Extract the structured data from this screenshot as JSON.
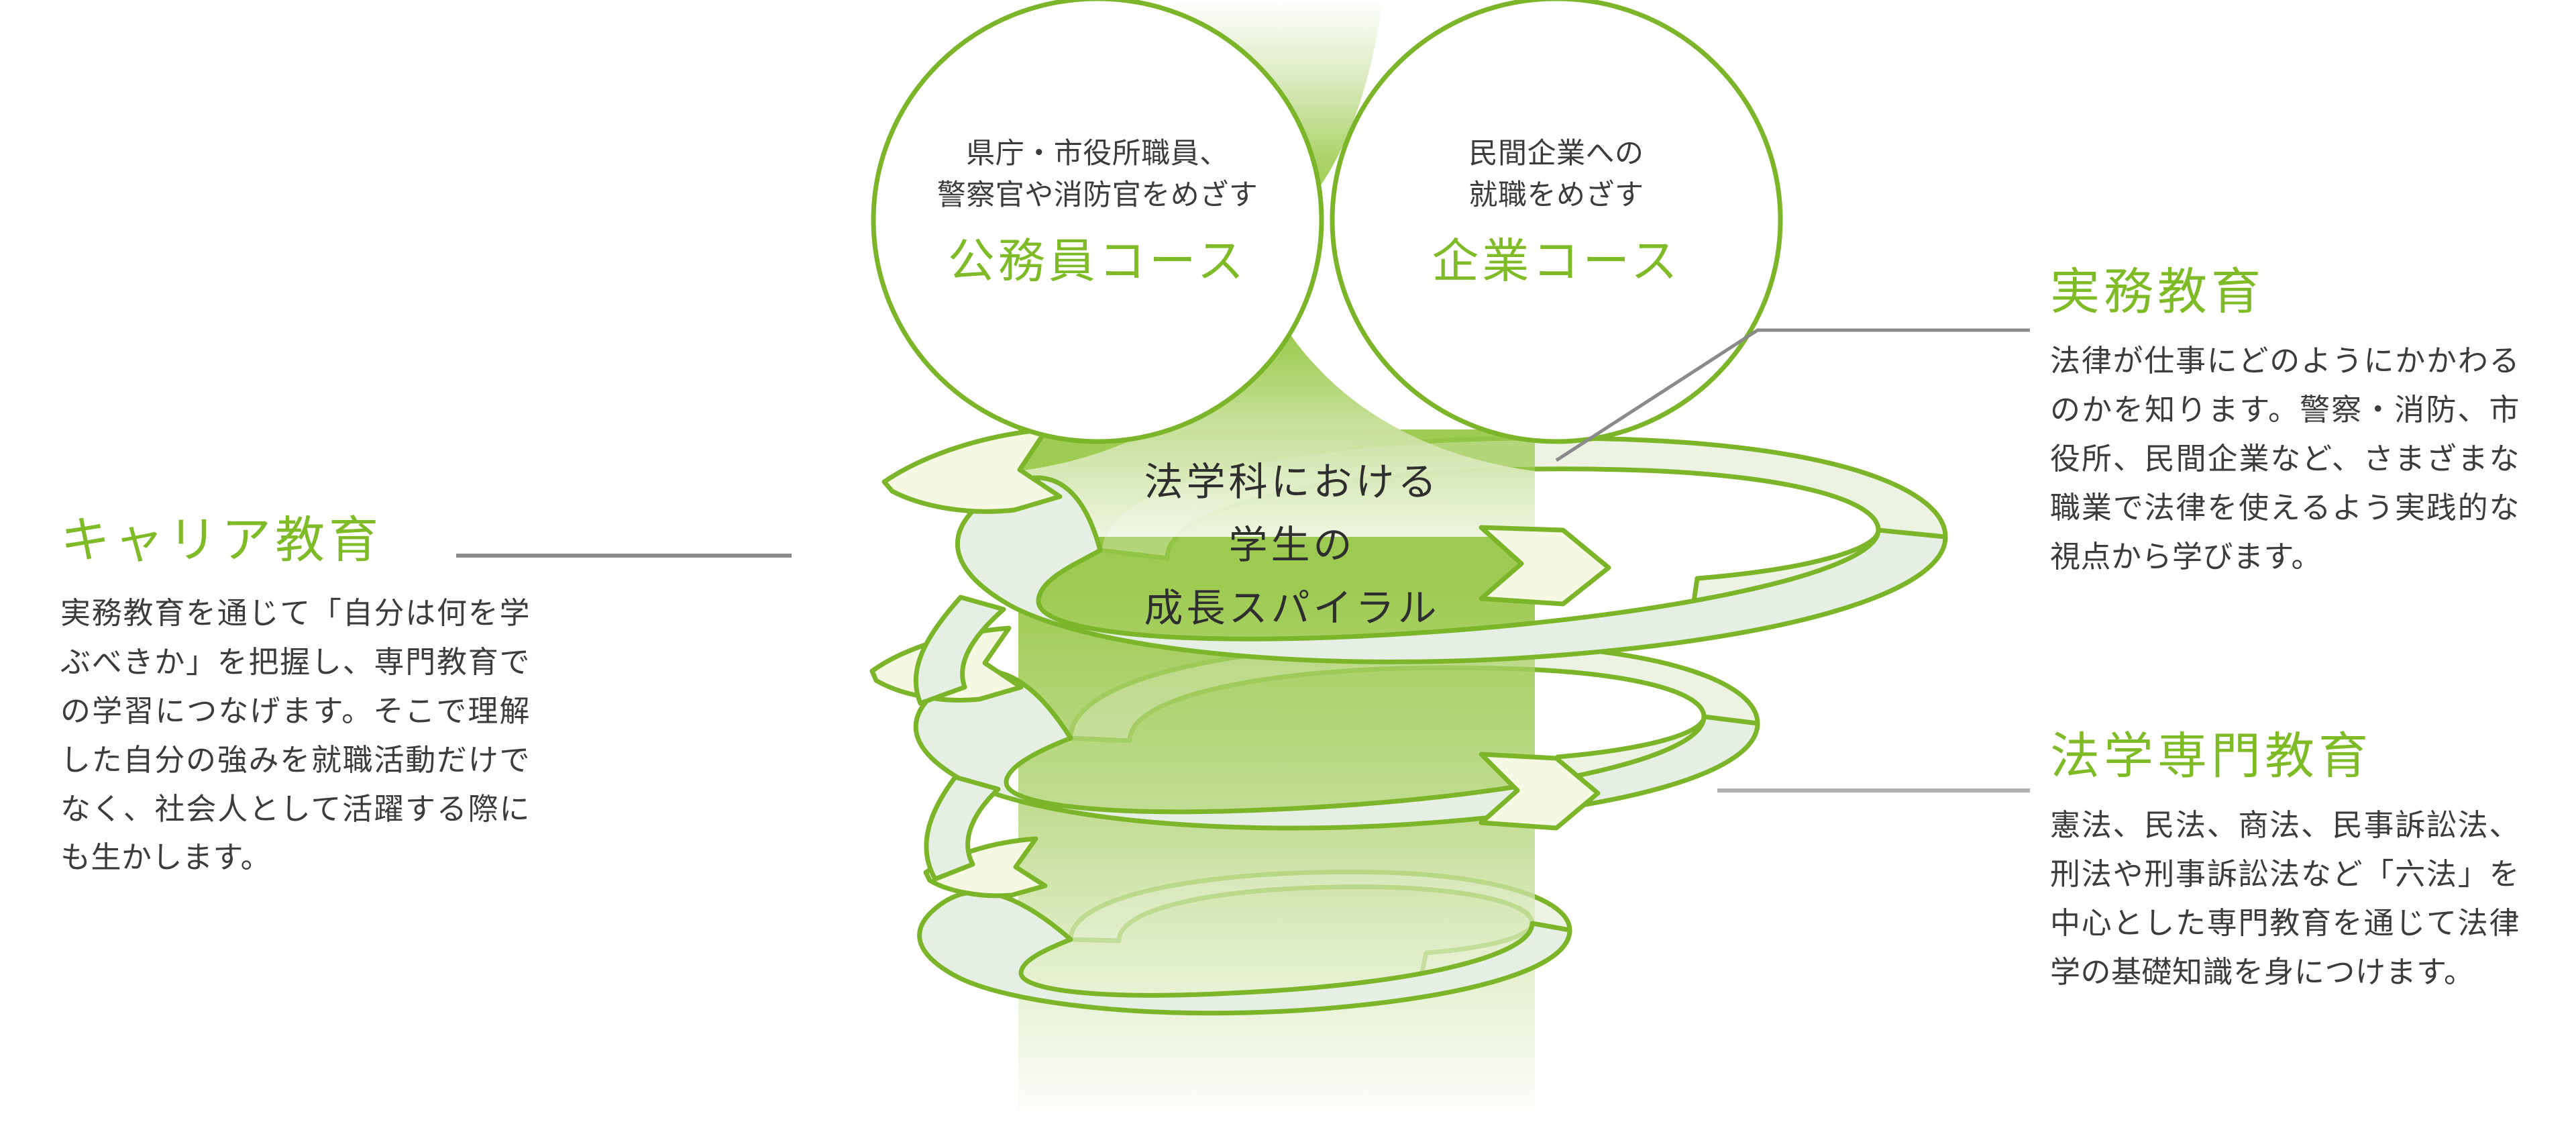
{
  "colors": {
    "accent_green": "#7fba27",
    "stroke_green": "#7db52a",
    "ribbon_fill": "#e6efe4",
    "ribbon_fill_inner": "#f3f7e4",
    "band_top": "#ffffff",
    "band_mid": "#9acd4e",
    "band_bottom": "#ffffff",
    "text_dark": "#3c3c3c",
    "connector_line": "#8a8a8a"
  },
  "bubbles": [
    {
      "id": "koumuin",
      "sub": "県庁・市役所職員、\n警察官や消防官をめざす",
      "name": "公務員コース"
    },
    {
      "id": "kigyou",
      "sub": "民間企業への\n就職をめざす",
      "name": "企業コース"
    }
  ],
  "center": {
    "caption": "法学科における\n学生の\n成長スパイラル"
  },
  "panels": {
    "career": {
      "title": "キャリア教育",
      "body": "実務教育を通じて「自分は何を学ぶべきか」を把握し、専門教育での学習につなげます。そこで理解した自分の強みを就職活動だけでなく、社会人として活躍する際にも生かします。"
    },
    "practical": {
      "title": "実務教育",
      "body": "法律が仕事にどのようにかかわるのかを知ります。警察・消防、市役所、民間企業など、さまざまな職業で法律を使えるよう実践的な視点から学びます。"
    },
    "law": {
      "title": "法学専門教育",
      "body": "憲法、民法、商法、民事訴訟法、刑法や刑事訴訟法など「六法」を中心とした専門教育を通じて法律学の基礎知識を身につけます。"
    }
  }
}
